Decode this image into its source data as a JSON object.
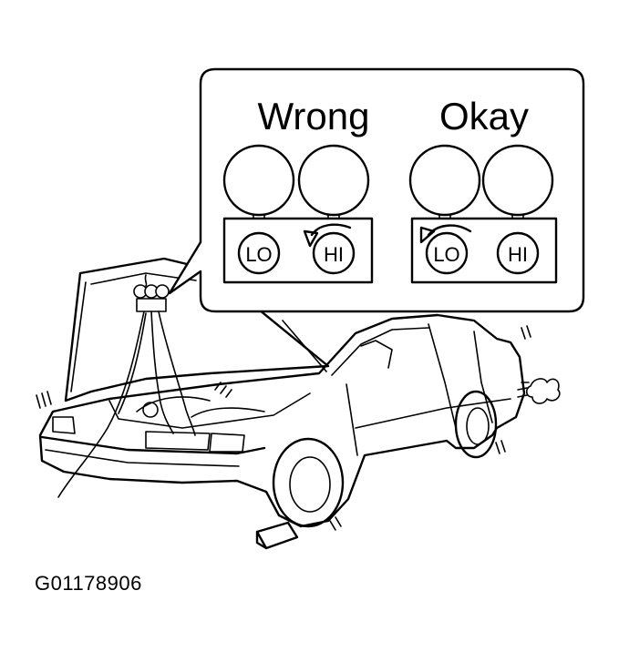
{
  "callout": {
    "wrong_heading": "Wrong",
    "okay_heading": "Okay",
    "wrong_panel": {
      "left_valve": "LO",
      "right_valve": "HI",
      "opened_valve": "HI"
    },
    "okay_panel": {
      "left_valve": "LO",
      "right_valve": "HI",
      "opened_valve": "LO"
    }
  },
  "figure_code": "G01178906",
  "icons": [
    "manifold-gauge-set",
    "valve-rotation-arrow",
    "exhaust-puff",
    "wheel-chock",
    "vibration-marks"
  ]
}
